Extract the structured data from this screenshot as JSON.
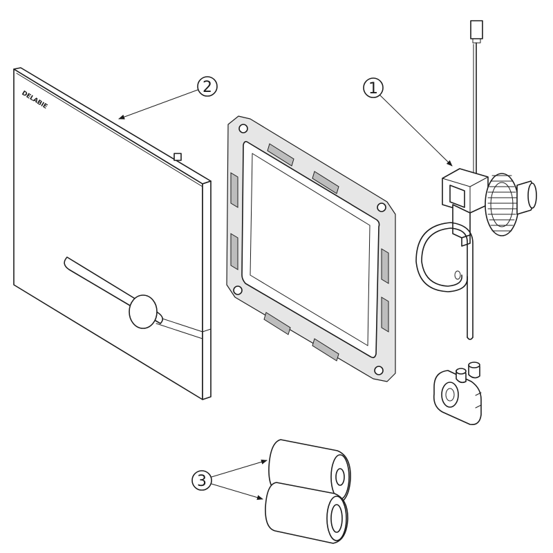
{
  "callouts": [
    {
      "number": "1"
    },
    {
      "number": "2"
    },
    {
      "number": "3"
    }
  ],
  "cover_plate": {
    "brand_text": "DELABIE"
  }
}
